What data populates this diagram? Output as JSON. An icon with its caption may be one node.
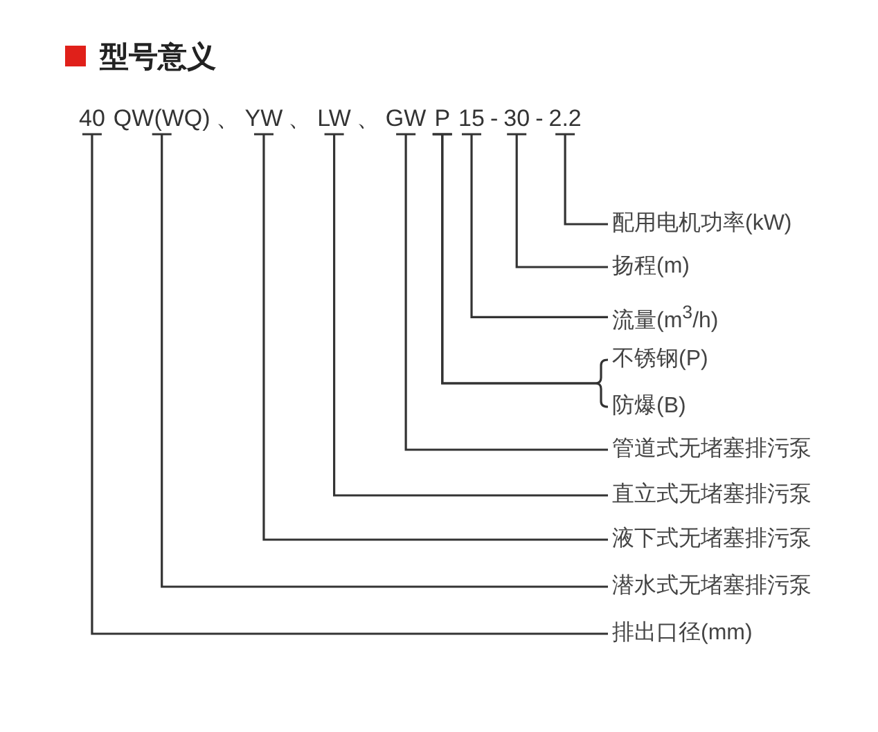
{
  "diagram": {
    "title": "型号意义",
    "nodes": [
      {
        "text": [
          "40"
        ]
      },
      {
        "text": [
          "QW(WQ)"
        ]
      },
      {
        "text": [
          "YW"
        ]
      },
      {
        "text": [
          "LW"
        ]
      },
      {
        "text": [
          "GW"
        ]
      },
      {
        "text": [
          "P"
        ]
      },
      {
        "text": [
          "15"
        ]
      },
      {
        "text": [
          "30"
        ]
      },
      {
        "text": [
          "2.2"
        ]
      },
      {
        "text": [
          "配用电机功率(kW)"
        ]
      },
      {
        "text": [
          "扬程(m)"
        ]
      },
      {
        "text": [
          "流量(m$^{3}$/h)"
        ]
      },
      {
        "text": [
          "不锈钢(P)"
        ]
      },
      {
        "text": [
          "防爆(B)"
        ]
      },
      {
        "text": [
          "管道式无堵塞排污泵"
        ]
      },
      {
        "text": [
          "直立式无堵塞排污泵"
        ]
      },
      {
        "text": [
          "液下式无堵塞排污泵"
        ]
      },
      {
        "text": [
          "潜水式无堵塞排污泵"
        ]
      },
      {
        "text": [
          "排出口径(mm)"
        ]
      }
    ],
    "edges": [
      {
        "from": 8,
        "to": 9,
        "arrow": "none"
      },
      {
        "from": 7,
        "to": 10,
        "arrow": "none"
      },
      {
        "from": 6,
        "to": 11,
        "arrow": "none"
      },
      {
        "from": 5,
        "to": 12,
        "arrow": "none"
      },
      {
        "from": 5,
        "to": 13,
        "arrow": "none"
      },
      {
        "from": 4,
        "to": 14,
        "arrow": "none"
      },
      {
        "from": 3,
        "to": 15,
        "arrow": "none"
      },
      {
        "from": 2,
        "to": 16,
        "arrow": "none"
      },
      {
        "from": 1,
        "to": 17,
        "arrow": "none"
      },
      {
        "from": 0,
        "to": 18,
        "arrow": "none"
      }
    ],
    "labels": [
      "、",
      "、",
      "、",
      "-",
      "-"
    ]
  }
}
